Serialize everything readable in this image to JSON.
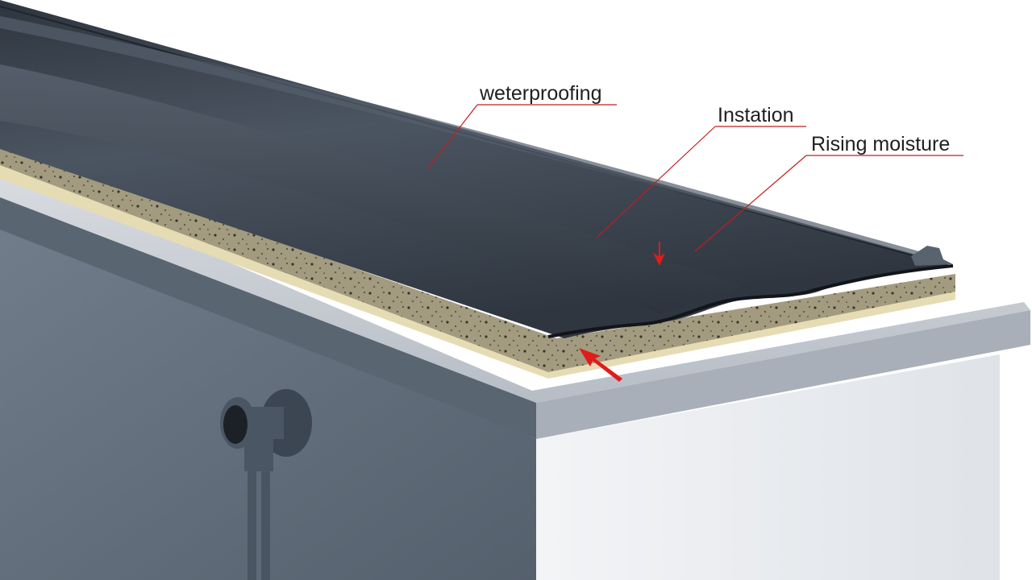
{
  "callouts": {
    "waterproofing": "weterproofing",
    "insulation": "Instation",
    "rising_moisture": "Rising moisture"
  },
  "colors": {
    "leader_line": "#c21e1e",
    "arrow": "#e01b1b",
    "membrane": "#3a4350",
    "wall": "#5f6b79",
    "screed": "#9c9478",
    "coping": "#cfd4da"
  }
}
